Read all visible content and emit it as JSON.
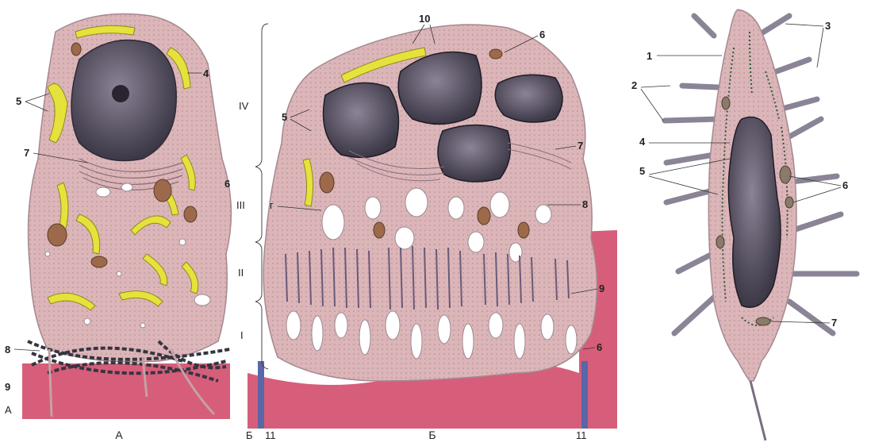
{
  "panels": {
    "A": {
      "caption": "А",
      "labels": [
        "5",
        "4",
        "7",
        "6",
        "8",
        "9",
        "А"
      ]
    },
    "B": {
      "caption": "Б",
      "labels": [
        "10",
        "6",
        "IV",
        "5",
        "7",
        "III",
        "г",
        "8",
        "II",
        "I",
        "9",
        "6",
        "Б",
        "11",
        "11"
      ]
    },
    "C": {
      "labels": [
        "1",
        "3",
        "2",
        "4",
        "5",
        "6",
        "7"
      ]
    }
  },
  "colors": {
    "cytoplasm": "#dcb5b8",
    "nucleus": "#5b5566",
    "mitochondria_yellow": "#e6e23c",
    "basement": "#d24d6b",
    "fibers": "#353540",
    "spines": "#8a8496"
  }
}
